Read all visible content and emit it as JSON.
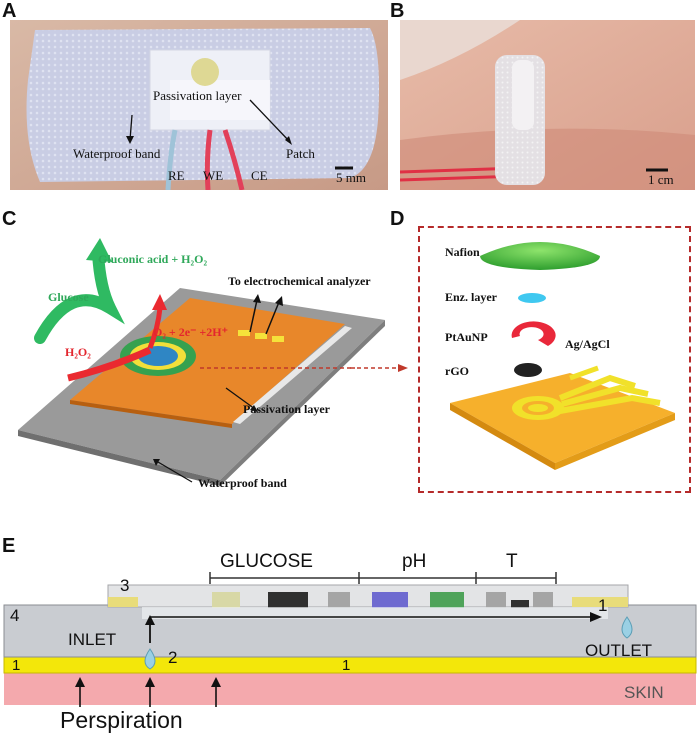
{
  "panels": {
    "a": "A",
    "b": "B",
    "c": "C",
    "d": "D",
    "e": "E"
  },
  "panel_a": {
    "passivation": "Passivation layer",
    "waterproof": "Waterproof band",
    "patch": "Patch",
    "re": "RE",
    "we": "WE",
    "ce": "CE",
    "scale": "5 mm"
  },
  "panel_b": {
    "scale": "1 cm"
  },
  "panel_c": {
    "gluconic": "Gluconic acid + H₂O₂",
    "glucose": "Glucose",
    "analyzer": "To electrochemical analyzer",
    "reaction": "O₂ + 2e⁻ +2H⁺",
    "h2o2": "H₂O₂",
    "passivation": "Passivation layer",
    "waterproof": "Waterproof band"
  },
  "panel_d": {
    "nafion": "Nafion",
    "enz": "Enz. layer",
    "ptau": "PtAuNP",
    "agcl": "Ag/AgCl",
    "rgo": "rGO"
  },
  "panel_e": {
    "glucose": "GLUCOSE",
    "ph": "pH",
    "t": "T",
    "n3": "3",
    "n4": "4",
    "n1a": "1",
    "n1b": "1",
    "n1c": "1",
    "n2": "2",
    "inlet": "INLET",
    "outlet": "OUTLET",
    "skin": "SKIN",
    "perspiration": "Perspiration"
  },
  "colors": {
    "orange": "#f08a1c",
    "gray": "#8f8f8f",
    "green": "#3cba54",
    "red": "#e3262e",
    "yellow": "#f2e600",
    "skin": "#f3a8ab",
    "dash": "#c0392b"
  }
}
